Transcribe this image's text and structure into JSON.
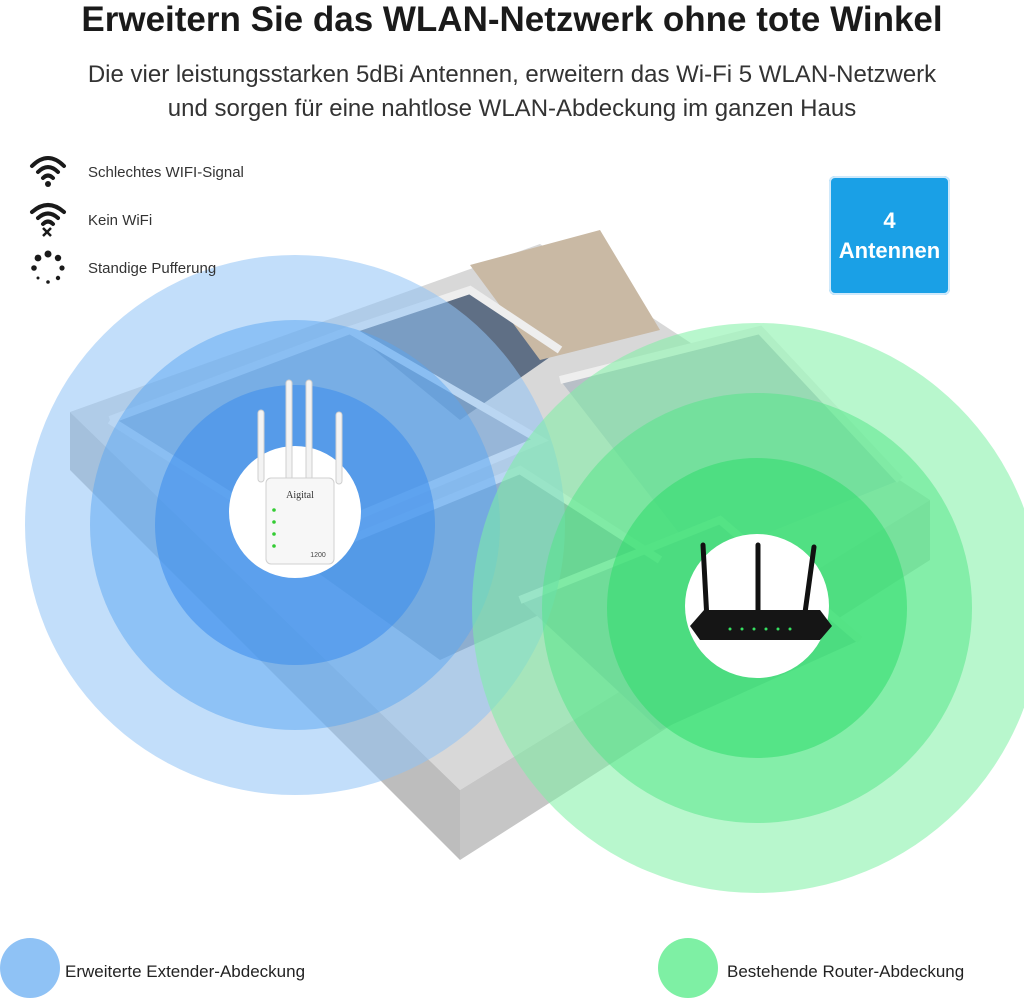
{
  "header": {
    "title": "Erweitern Sie das WLAN-Netzwerk ohne tote Winkel",
    "subtitle_line1": "Die vier leistungsstarken 5dBi Antennen, erweitern das Wi-Fi 5 WLAN-Netzwerk",
    "subtitle_line2": "und sorgen für eine nahtlose WLAN-Abdeckung im ganzen Haus"
  },
  "issues": [
    {
      "icon": "wifi-weak-icon",
      "label": "Schlechtes WIFI-Signal"
    },
    {
      "icon": "wifi-off-icon",
      "label": "Kein WiFi"
    },
    {
      "icon": "loading-spinner-icon",
      "label": "Standige Pufferung"
    }
  ],
  "badge": {
    "number": "4",
    "text": "Antennen"
  },
  "extender": {
    "brand": "Aigital",
    "model": "1200"
  },
  "legend": [
    {
      "label": "Erweiterte Extender-Abdeckung",
      "color": "#8fc2f5"
    },
    {
      "label": "Bestehende Router-Abdeckung",
      "color": "#7ef0a4"
    }
  ],
  "colors": {
    "extender_zone": "#4b9cf0",
    "router_zone": "#38e07a",
    "badge": "#1aa0e6"
  }
}
